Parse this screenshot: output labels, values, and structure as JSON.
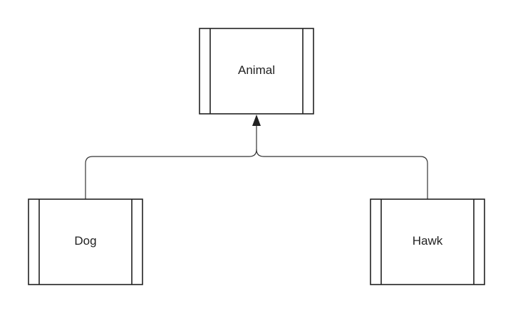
{
  "diagram": {
    "parent": {
      "id": "animal",
      "label": "Animal"
    },
    "children": [
      {
        "id": "dog",
        "label": "Dog"
      },
      {
        "id": "hawk",
        "label": "Hawk"
      }
    ],
    "relationship": "inheritance",
    "colors": {
      "stroke": "#222222",
      "line": "#333333",
      "fill": "#ffffff",
      "text": "#222222"
    }
  }
}
